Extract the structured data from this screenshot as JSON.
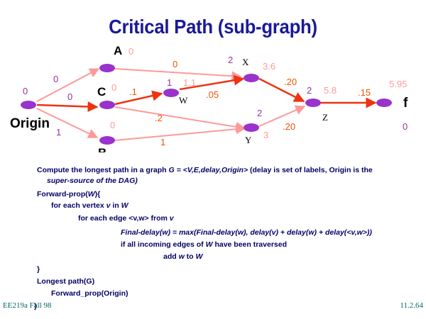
{
  "slide": {
    "title": "Critical Path (sub-graph)",
    "footer_left": "EE219a Fall 98",
    "footer_right": "11.2.64"
  },
  "colors": {
    "title": "#1a1a99",
    "edge": "#ff9999",
    "critical_edge": "#ee3311",
    "node_fill": "#9933cc",
    "purple_label": "#993399",
    "orange_label": "#ee5500",
    "pink_label": "#ff9999",
    "text": "#000066"
  },
  "graph": {
    "nodes": {
      "origin": {
        "name": "Origin",
        "annot": "0"
      },
      "a": {
        "name": "A",
        "annot": "0"
      },
      "b": {
        "name": "B",
        "annot": "0"
      },
      "c": {
        "name": "C",
        "annot": "0"
      },
      "w": {
        "name": "W",
        "delay": "1",
        "annot": "1.1"
      },
      "x": {
        "name": "X",
        "delay": "2",
        "annot": "3.6"
      },
      "y": {
        "name": "Y",
        "delay": "2",
        "annot": "3"
      },
      "z": {
        "name": "Z",
        "delay": "2",
        "annot": "5.8"
      },
      "f": {
        "name": "f",
        "delay": "0",
        "annot": "5.95"
      }
    },
    "edges": {
      "origin_a": "0",
      "origin_c": "0",
      "origin_b": "1",
      "a_x": "0",
      "c_w": ".1",
      "c_y": ".2",
      "b_y": "1",
      "w_x": ".05",
      "x_z": ".20",
      "y_z": ".20",
      "z_f": ".15"
    }
  },
  "algorithm": {
    "intro_1a": "Compute the longest path in a graph ",
    "intro_1b": "G = <V,E,delay,Origin>",
    "intro_1c": " (delay is set of labels, Origin is the",
    "intro_2": "super-source of the DAG)",
    "fp_def_a": "Forward-prop(",
    "fp_def_b": "W",
    "fp_def_c": "){",
    "loop1_a": "for each vertex ",
    "loop1_b": "v",
    "loop1_c": " in ",
    "loop1_d": "W",
    "loop2_a": "for each edge ",
    "loop2_b": "<v,w>",
    "loop2_c": " from ",
    "loop2_d": "v",
    "update": "Final-delay(w) = max(Final-delay(w), delay(v) + delay(w) + delay(<v,w>))",
    "if_a": "if all incoming edges of ",
    "if_b": "W",
    "if_c": " have been traversed",
    "add_a": "add ",
    "add_b": "w",
    "add_c": " to ",
    "add_d": "W",
    "close": "}",
    "lp_def": "Longest path(G)",
    "lp_call": "Forward_prop(Origin)",
    "lp_close": "}"
  }
}
